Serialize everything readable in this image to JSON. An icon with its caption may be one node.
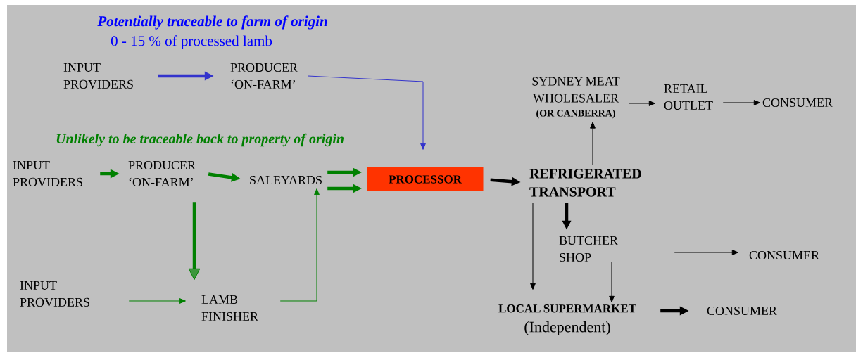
{
  "diagram": {
    "nodes": [
      {
        "text": [
          "INPUT PROVIDERS"
        ]
      },
      {
        "text": [
          "PRODUCER ‘ON-FARM’"
        ]
      },
      {
        "text": [
          "INPUT PROVIDERS"
        ]
      },
      {
        "text": [
          "PRODUCER ‘ON-FARM’"
        ]
      },
      {
        "text": [
          "SALEYARDS"
        ]
      },
      {
        "text": [
          "PROCESSOR"
        ]
      },
      {
        "text": [
          "SYDNEY MEAT WHOLESALER",
          "(OR CANBERRA)"
        ]
      },
      {
        "text": [
          "RETAIL OUTLET"
        ]
      },
      {
        "text": [
          "CONSUMER"
        ]
      },
      {
        "text": [
          "REFRIGERATED TRANSPORT"
        ]
      },
      {
        "text": [
          "BUTCHER SHOP"
        ]
      },
      {
        "text": [
          "CONSUMER"
        ]
      },
      {
        "text": [
          "INPUT PROVIDERS"
        ]
      },
      {
        "text": [
          "LAMB FINISHER"
        ]
      },
      {
        "text": [
          "LOCAL SUPERMARKET",
          "(Independent)"
        ]
      },
      {
        "text": [
          "CONSUMER"
        ]
      }
    ],
    "edges": [
      {
        "from": 0,
        "to": 1,
        "arrow": "to",
        "style": "thick",
        "color": "#3333cc"
      },
      {
        "from": 1,
        "to": 5,
        "arrow": "to",
        "color": "#3333cc"
      },
      {
        "from": 2,
        "to": 3,
        "arrow": "to",
        "style": "thick",
        "color": "#008000"
      },
      {
        "from": 3,
        "to": 4,
        "arrow": "to",
        "style": "thick",
        "color": "#008000"
      },
      {
        "from": 4,
        "to": 5,
        "arrow": "to",
        "style": "thick",
        "color": "#008000"
      },
      {
        "from": 4,
        "to": 5,
        "arrow": "to",
        "style": "thick",
        "color": "#008000"
      },
      {
        "from": 3,
        "to": 13,
        "arrow": "to",
        "style": "thick",
        "color": "#008000"
      },
      {
        "from": 12,
        "to": 13,
        "arrow": "to",
        "color": "#008000"
      },
      {
        "from": 13,
        "to": 4,
        "arrow": "to",
        "color": "#008000"
      },
      {
        "from": 5,
        "to": 9,
        "arrow": "to",
        "style": "thick"
      },
      {
        "from": 9,
        "to": 6,
        "arrow": "to"
      },
      {
        "from": 6,
        "to": 7,
        "arrow": "to"
      },
      {
        "from": 7,
        "to": 8,
        "arrow": "to"
      },
      {
        "from": 9,
        "to": 10,
        "arrow": "to",
        "style": "thick"
      },
      {
        "from": 9,
        "to": 14,
        "arrow": "to"
      },
      {
        "from": 10,
        "to": 11,
        "arrow": "to"
      },
      {
        "from": 10,
        "to": 14,
        "arrow": "to"
      },
      {
        "from": 14,
        "to": 15,
        "arrow": "to",
        "style": "thick"
      }
    ],
    "labels": [
      "Potentially traceable to farm of origin",
      "0 - 15 % of processed lamb",
      "Unlikely to be traceable back to property of origin"
    ]
  }
}
